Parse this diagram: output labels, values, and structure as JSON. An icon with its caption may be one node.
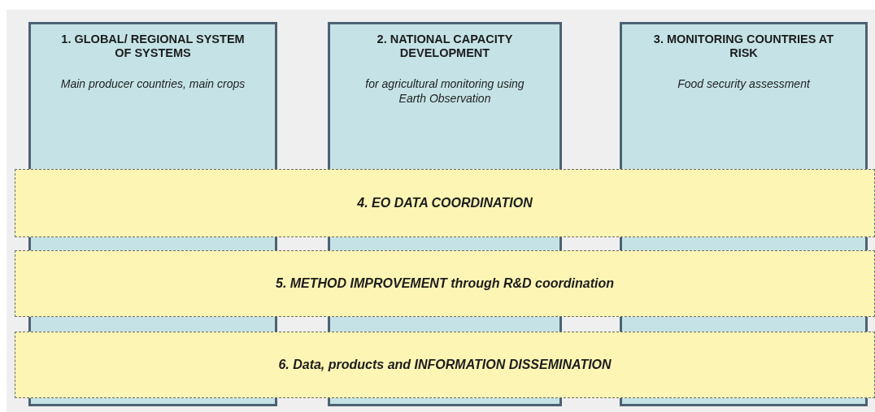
{
  "diagram": {
    "nodes": [
      {
        "text": [
          "1. GLOBAL/ REGIONAL SYSTEM OF SYSTEMS",
          "Main producer countries, main crops"
        ]
      },
      {
        "text": [
          "2. NATIONAL CAPACITY DEVELOPMENT",
          "for agricultural monitoring using Earth Observation"
        ]
      },
      {
        "text": [
          "3. MONITORING COUNTRIES AT RISK",
          "Food security assessment"
        ]
      },
      {
        "text": [
          "4. EO DATA COORDINATION"
        ]
      },
      {
        "text": [],
        "shape": "box"
      },
      {
        "text": [],
        "shape": "box"
      },
      {
        "text": [],
        "shape": "box"
      },
      {
        "text": [
          "5. METHOD IMPROVEMENT through R&D coordination"
        ]
      },
      {
        "text": [],
        "shape": "box"
      },
      {
        "text": [],
        "shape": "box"
      },
      {
        "text": [],
        "shape": "box"
      },
      {
        "text": [
          "6. Data, products and INFORMATION DISSEMINATION"
        ]
      },
      {
        "text": [],
        "shape": "box"
      },
      {
        "text": [],
        "shape": "box"
      },
      {
        "text": [],
        "shape": "box"
      }
    ]
  }
}
